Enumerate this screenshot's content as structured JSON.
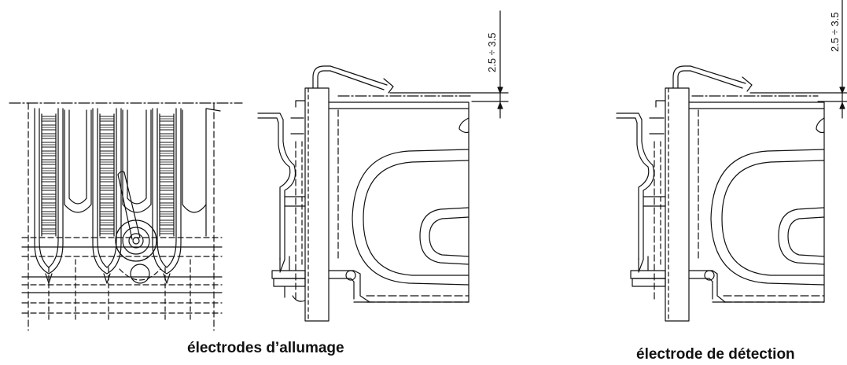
{
  "captions": {
    "ignition": "électrodes d’allumage",
    "detection": "électrode de détection"
  },
  "dimensions": {
    "gap_left": "2.5 ÷ 3.5",
    "gap_right": "2.5 ÷ 3.5"
  },
  "colors": {
    "line": "#111111",
    "background": "#ffffff"
  }
}
